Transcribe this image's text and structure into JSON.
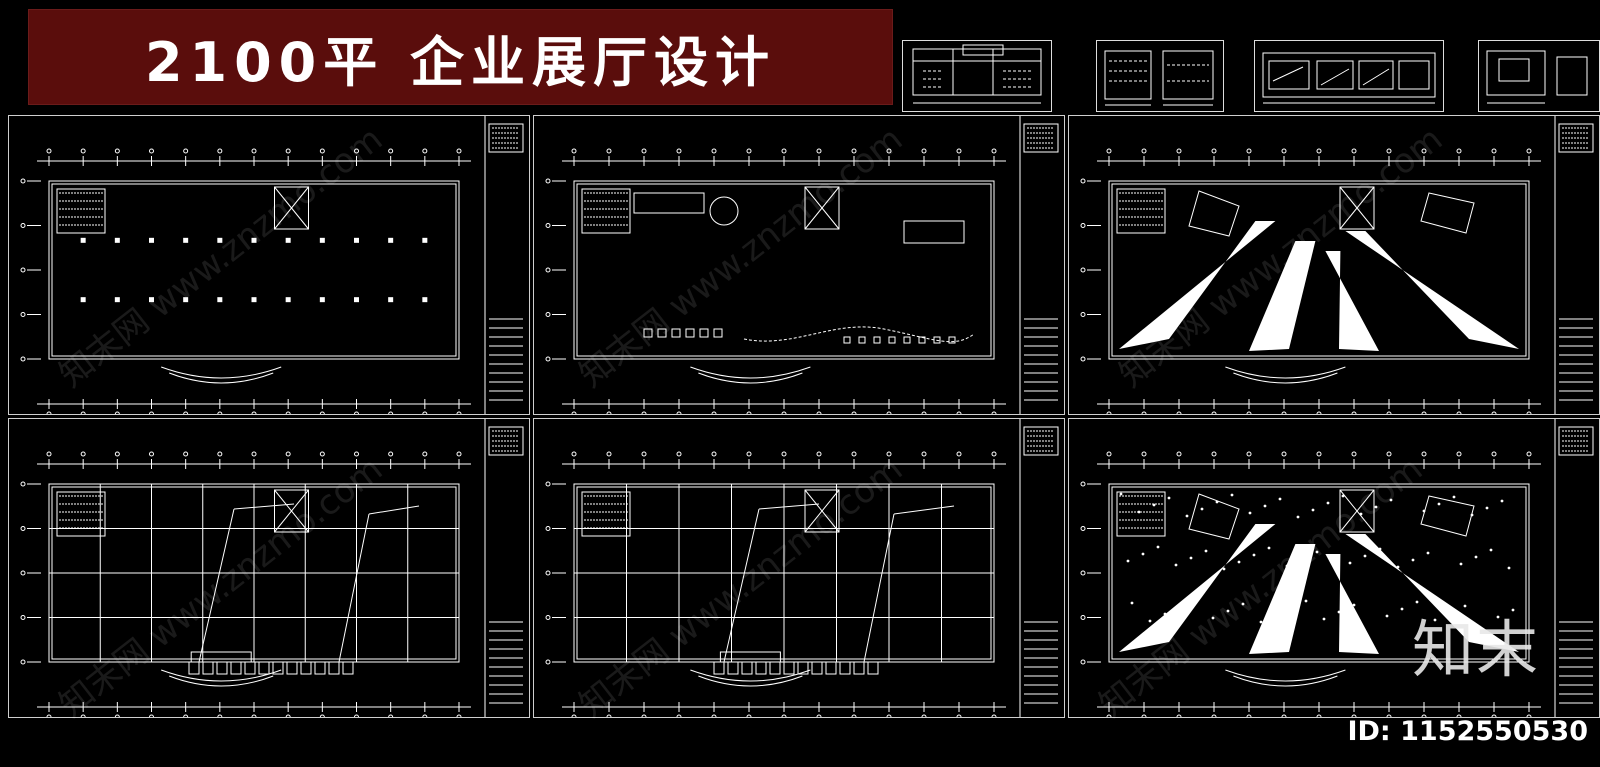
{
  "banner": {
    "title": "2100平 企业展厅设计"
  },
  "logo": {
    "text": "知末"
  },
  "image_id": {
    "text": "ID: 1152550530"
  },
  "watermark": {
    "text": "知末网 www.znzmo.com"
  },
  "thumbnails": [
    {
      "name": "elevation-thumb-1"
    },
    {
      "name": "elevation-thumb-2"
    },
    {
      "name": "elevation-thumb-3"
    },
    {
      "name": "elevation-thumb-4"
    }
  ],
  "sheets": [
    {
      "name": "sheet-original-floor-plan"
    },
    {
      "name": "sheet-furniture-layout-plan"
    },
    {
      "name": "sheet-ceiling-plan"
    },
    {
      "name": "sheet-floor-grid-plan-1"
    },
    {
      "name": "sheet-floor-grid-plan-2"
    },
    {
      "name": "sheet-lighting-ceiling-plan"
    }
  ]
}
